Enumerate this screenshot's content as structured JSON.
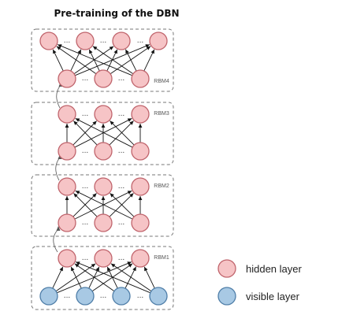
{
  "title": "Pre-training of the DBN",
  "colors": {
    "hidden_fill": "#f6c4c6",
    "hidden_stroke": "#c0646c",
    "visible_fill": "#a8c9e4",
    "visible_stroke": "#4f7ea8",
    "box_stroke": "#777777",
    "edge": "#111111"
  },
  "ellipsis": "...",
  "rbms": [
    {
      "label": "RBM4",
      "top_count": 4
    },
    {
      "label": "RBM3",
      "top_count": 3
    },
    {
      "label": "RBM2",
      "top_count": 3
    },
    {
      "label": "RBM1",
      "top_count": 3
    }
  ],
  "legend": [
    {
      "label": "hidden layer",
      "kind": "hidden"
    },
    {
      "label": "visible layer",
      "kind": "visible"
    }
  ]
}
